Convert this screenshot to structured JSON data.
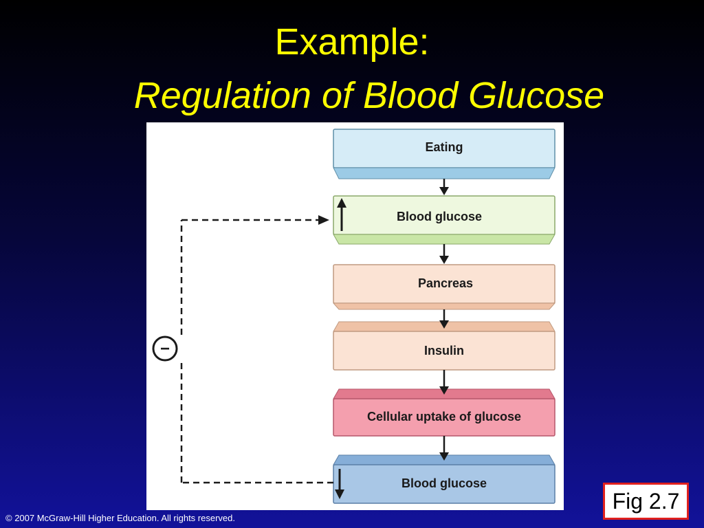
{
  "slide": {
    "title": "Example:",
    "subtitle": "Regulation of Blood Glucose",
    "fig_label": "Fig 2.7",
    "copyright": "© 2007 McGraw-Hill Higher Education. All rights reserved."
  },
  "diagram": {
    "boxes": [
      {
        "label": "Eating",
        "fill": "#d6ecf7",
        "edge": "#9ccbe6",
        "icon": "none"
      },
      {
        "label": "Blood glucose",
        "fill": "#eef8df",
        "edge": "#c9e6a6",
        "icon": "up-arrow-icon"
      },
      {
        "label": "Pancreas",
        "fill": "#fbe3d4",
        "edge": "#efc2a6",
        "icon": "none"
      },
      {
        "label": "Insulin",
        "fill": "#fbe3d4",
        "edge": "#efc2a6",
        "icon": "none"
      },
      {
        "label": "Cellular uptake of glucose",
        "fill": "#f49fae",
        "edge": "#e27a8e",
        "icon": "none"
      },
      {
        "label": "Blood glucose",
        "fill": "#a9c7e6",
        "edge": "#86aed8",
        "icon": "down-arrow-icon"
      }
    ],
    "feedback_sign": "−",
    "feedback_line": "dashed"
  }
}
